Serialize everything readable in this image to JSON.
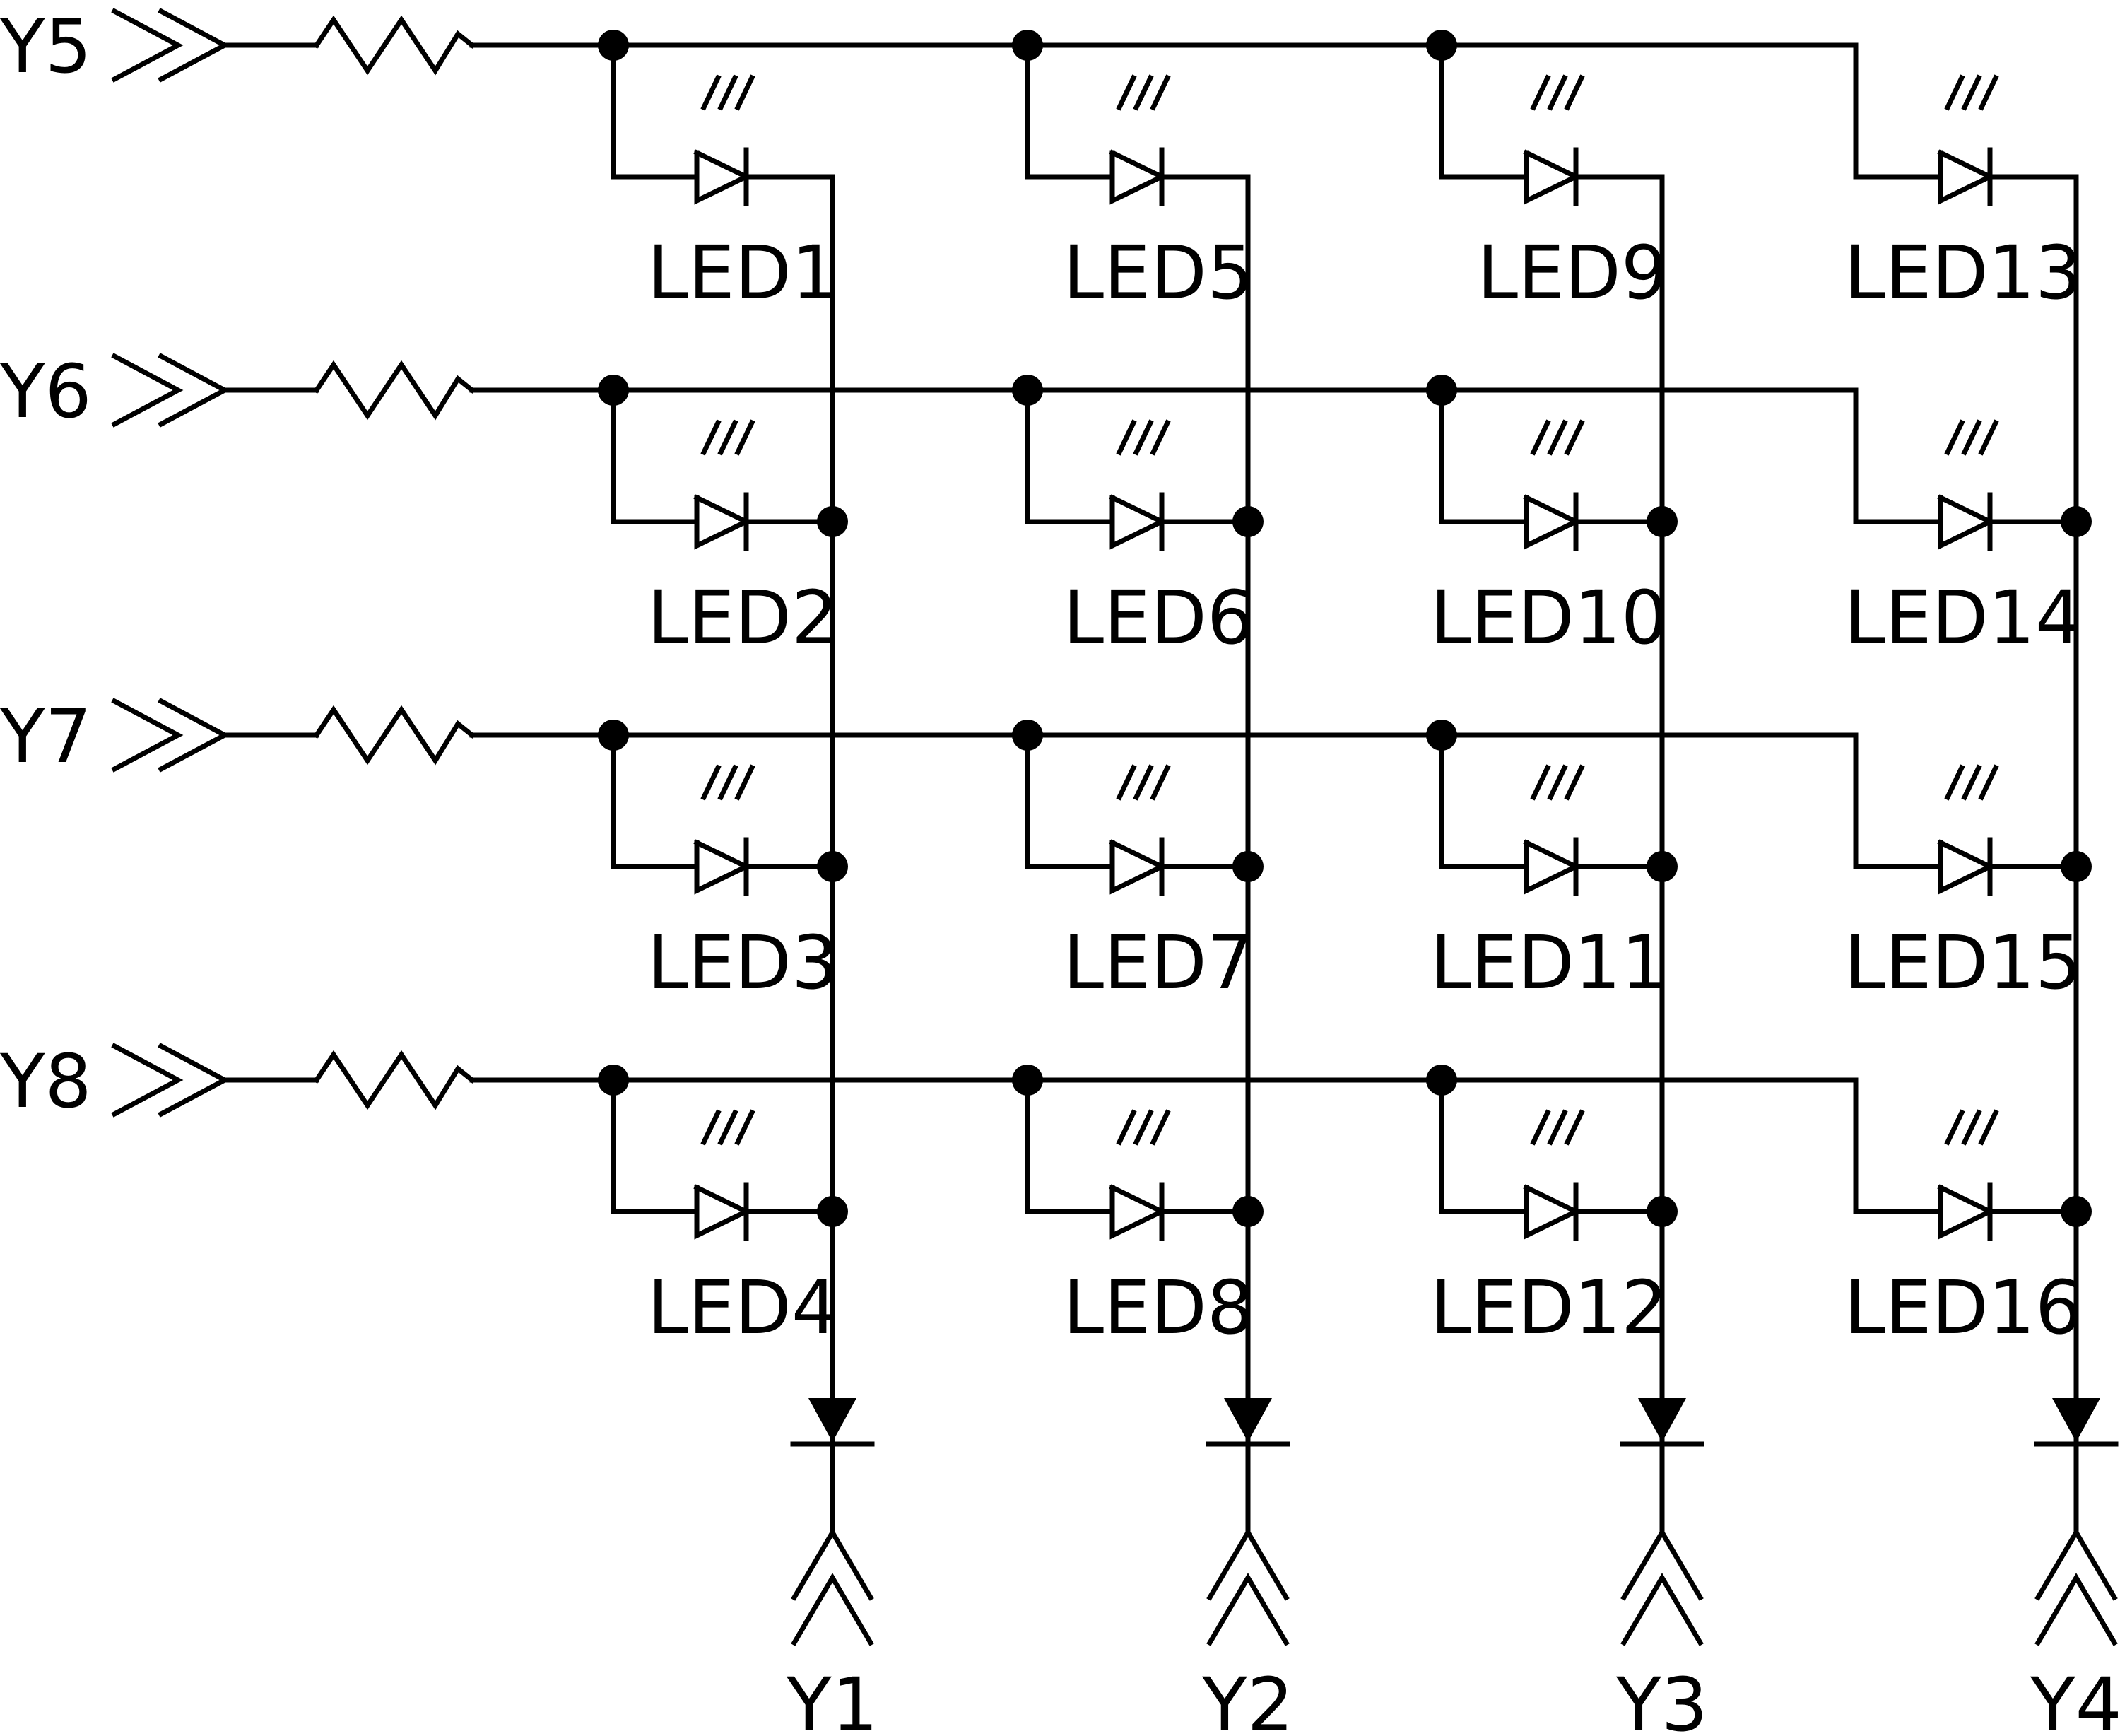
{
  "row_ports": [
    "Y5",
    "Y6",
    "Y7",
    "Y8"
  ],
  "column_ports": [
    "Y1",
    "Y2",
    "Y3",
    "Y4"
  ],
  "led_labels": [
    [
      "LED1",
      "LED5",
      "LED9",
      "LED13"
    ],
    [
      "LED2",
      "LED6",
      "LED10",
      "LED14"
    ],
    [
      "LED3",
      "LED7",
      "LED11",
      "LED15"
    ],
    [
      "LED4",
      "LED8",
      "LED12",
      "LED16"
    ]
  ],
  "colors": {
    "ink": "#000000",
    "background": "#ffffff"
  }
}
